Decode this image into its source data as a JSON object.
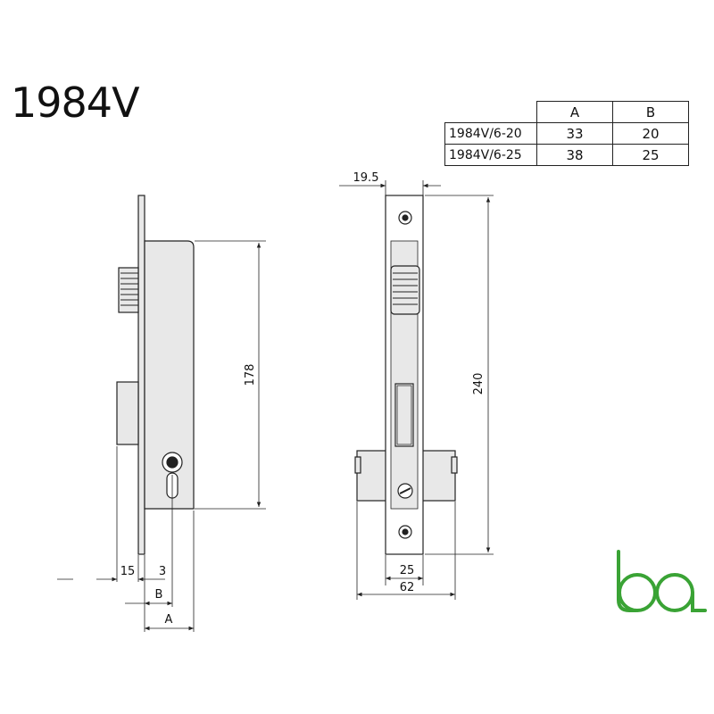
{
  "title": "1984V",
  "spec_table": {
    "headers": [
      "A",
      "B"
    ],
    "rows": [
      {
        "model": "1984V/6-20",
        "a": "33",
        "b": "20"
      },
      {
        "model": "1984V/6-25",
        "a": "38",
        "b": "25"
      }
    ]
  },
  "dimensions": {
    "side_height": "178",
    "dim_15": "15",
    "dim_3": "3",
    "label_b": "B",
    "label_a": "A",
    "front_width": "19.5",
    "front_height": "240",
    "case_width": "25",
    "total_width": "62"
  },
  "logo": {
    "alt": "bal"
  },
  "colors": {
    "part_fill": "#e8e8e8",
    "line": "#222222",
    "logo_green": "#3aa335"
  }
}
